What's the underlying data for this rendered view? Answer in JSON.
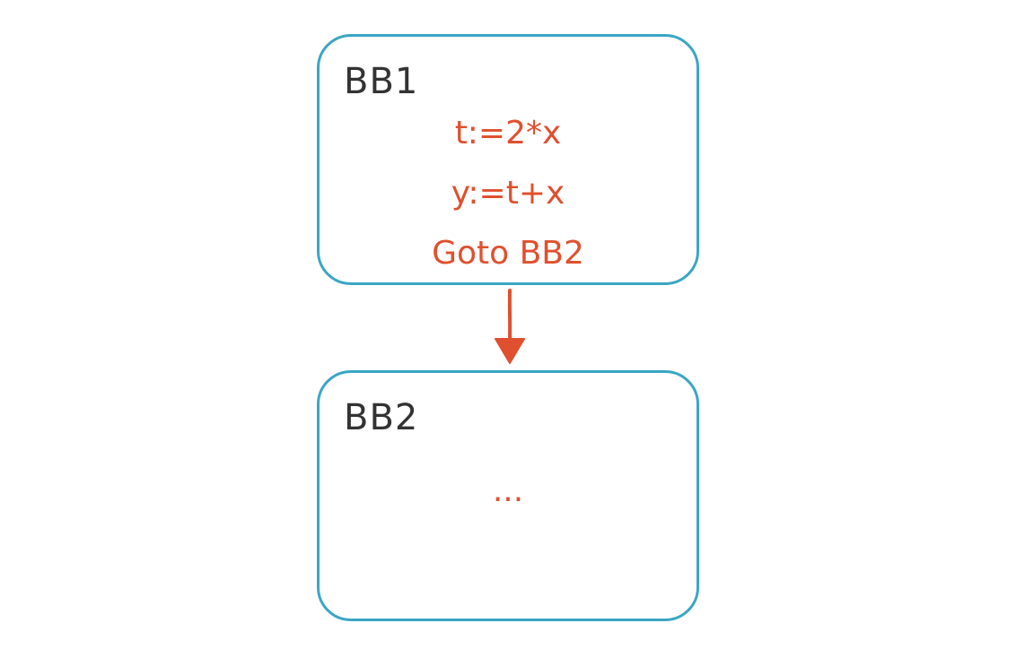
{
  "blocks": {
    "bb1": {
      "label": "BB1",
      "lines": [
        "t:=2*x",
        "y:=t+x",
        "Goto BB2"
      ]
    },
    "bb2": {
      "label": "BB2",
      "lines": [
        "..."
      ]
    }
  },
  "colors": {
    "block_border": "#3aa6c4",
    "label_text": "#333333",
    "code_text": "#e0502e",
    "edge": "#e0502e"
  },
  "edges": [
    {
      "from": "BB1",
      "to": "BB2"
    }
  ]
}
